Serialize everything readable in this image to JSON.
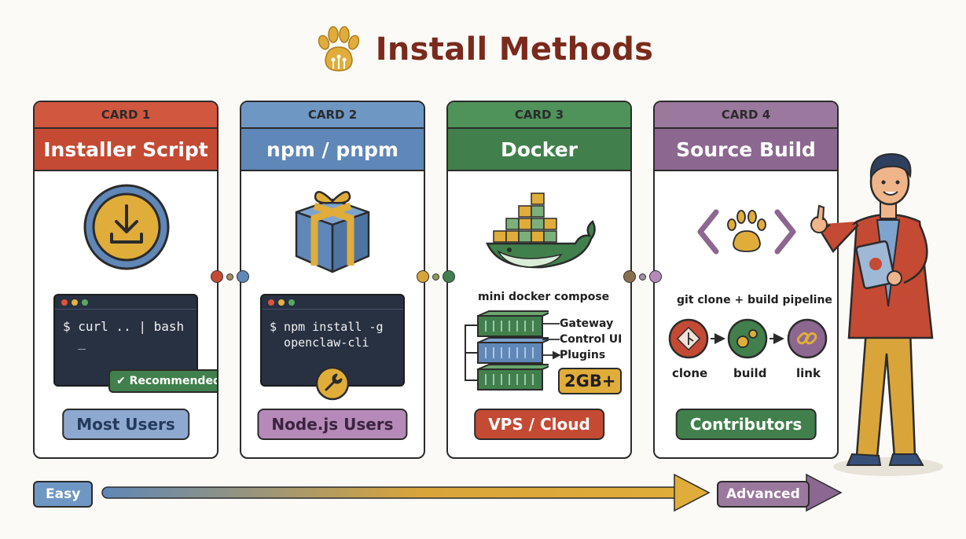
{
  "title": "Install Methods",
  "cards": [
    {
      "num": "CARD 1",
      "title": "Installer Script",
      "command_line1": "$ curl .. | bash",
      "command_line2": "  _",
      "badge": "✔ Recommended",
      "audience": "Most Users",
      "icon": "download-icon"
    },
    {
      "num": "CARD 2",
      "title": "npm / pnpm",
      "command_line1": "$ npm install -g",
      "command_line2": "  openclaw-cli",
      "audience": "Node.js Users",
      "icon": "gift-box-icon"
    },
    {
      "num": "CARD 3",
      "title": "Docker",
      "caption": "mini docker compose",
      "stack": [
        "Gateway",
        "Control UI",
        "Plugins"
      ],
      "memory": "2GB+",
      "audience": "VPS / Cloud",
      "icon": "docker-whale-icon"
    },
    {
      "num": "CARD 4",
      "title": "Source Build",
      "caption": "git clone + build pipeline",
      "steps": [
        "clone",
        "build",
        "link"
      ],
      "audience": "Contributors",
      "icon": "code-paw-icon"
    }
  ],
  "scale": {
    "start": "Easy",
    "end": "Advanced"
  },
  "colors": {
    "title": "#7a2a1c",
    "red": "#c44a34",
    "blue": "#5f87b7",
    "green": "#41804c",
    "purple": "#8c6790",
    "gold": "#e0ad3a"
  }
}
